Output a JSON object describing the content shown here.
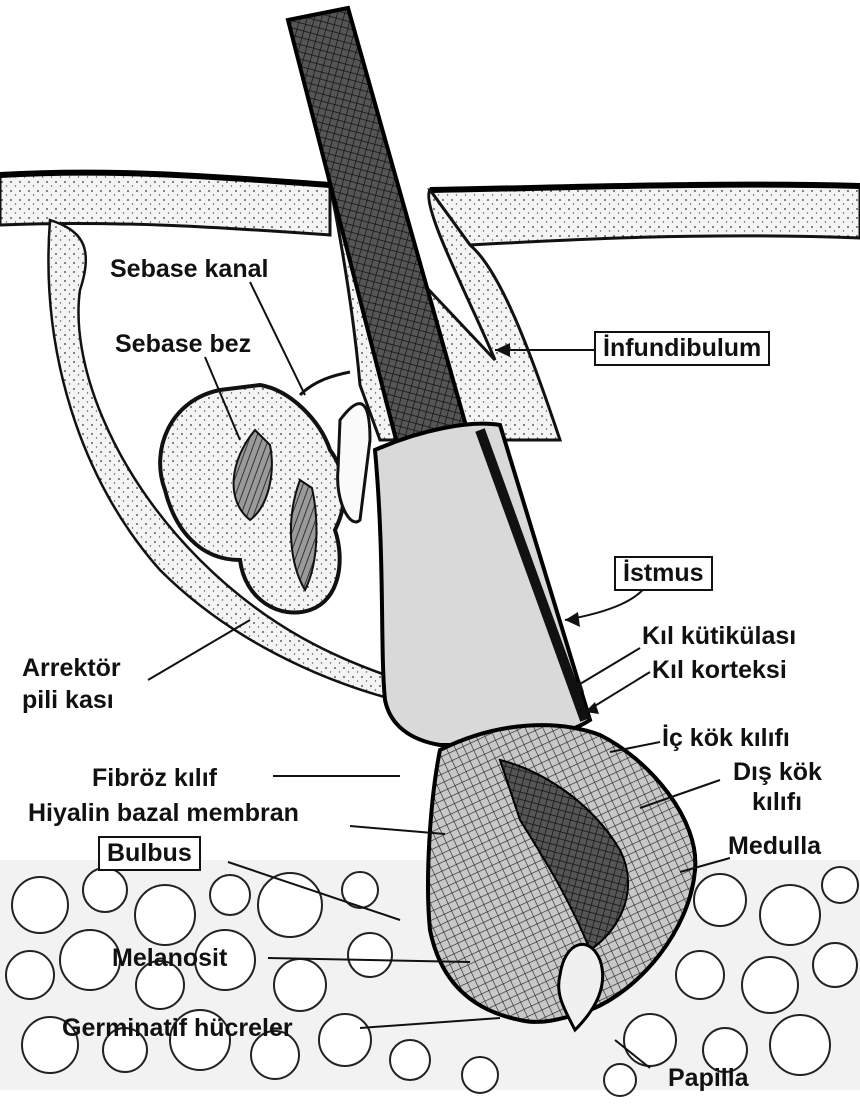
{
  "labels": {
    "sebase_kanal": "Sebase kanal",
    "sebase_bez": "Sebase bez",
    "infundibulum": "İnfundibulum",
    "istmus": "İstmus",
    "kil_kutikulasi": "Kıl kütikülası",
    "kil_korteksi": "Kıl korteksi",
    "ic_kok_kilifi": "İç kök kılıfı",
    "dis_kok_line1": "Dış kök",
    "dis_kok_line2": "kılıfı",
    "arrektor_line1": "Arrektör",
    "arrektor_line2": "pili kası",
    "fibroz_kilif": "Fibröz kılıf",
    "hiyalin": "Hiyalin bazal membran",
    "bulbus": "Bulbus",
    "medulla": "Medulla",
    "melanosit": "Melanosit",
    "germinatif": "Germinatif hücreler",
    "papilla": "Papilla"
  },
  "colors": {
    "ink": "#111111",
    "paper": "#ffffff",
    "tissue": "#e8e8e8",
    "dark": "#3a3a3a"
  }
}
